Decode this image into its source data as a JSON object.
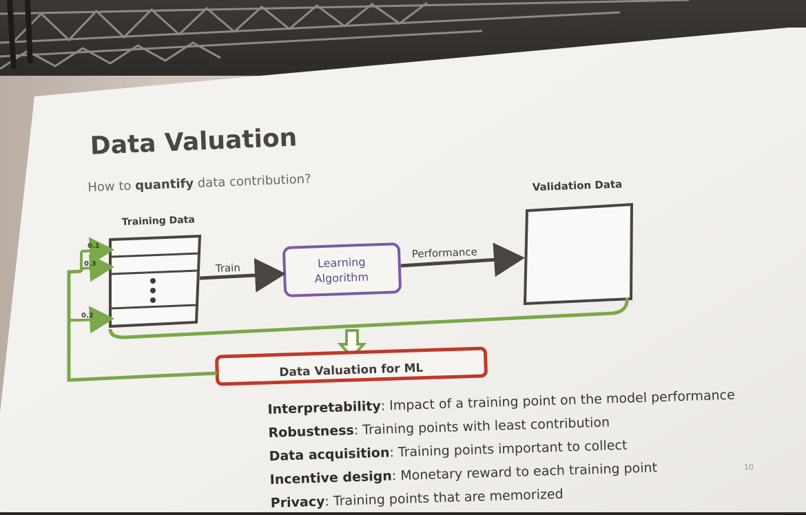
{
  "slide": {
    "title": "Data Valuation",
    "subtitle_prefix": "How to ",
    "subtitle_emphasis": "quantify",
    "subtitle_suffix": " data contribution?",
    "page_number": "10"
  },
  "diagram": {
    "training_data_label": "Training Data",
    "validation_data_label": "Validation Data",
    "train_label": "Train",
    "performance_label": "Performance",
    "algorithm_line1": "Learning",
    "algorithm_line2": "Algorithm",
    "valuation_label": "Data Valuation for ML",
    "weights": [
      "0.1",
      "0.3",
      "0.2"
    ],
    "colors": {
      "algorithm_border": "#7b5aa6",
      "valuation_border": "#c0392b",
      "feedback_arrow": "#7aa84a",
      "box_border": "#4a4442",
      "arrow_dark": "#4a4442"
    }
  },
  "bullets": [
    {
      "term": "Interpretability",
      "text": ": Impact of a training point on the model performance"
    },
    {
      "term": "Robustness",
      "text": ": Training points with least contribution"
    },
    {
      "term": "Data acquisition",
      "text": ": Training points important to collect"
    },
    {
      "term": "Incentive design",
      "text": ": Monetary reward to each training point"
    },
    {
      "term": "Privacy",
      "text": ": Training points that are memorized"
    }
  ]
}
